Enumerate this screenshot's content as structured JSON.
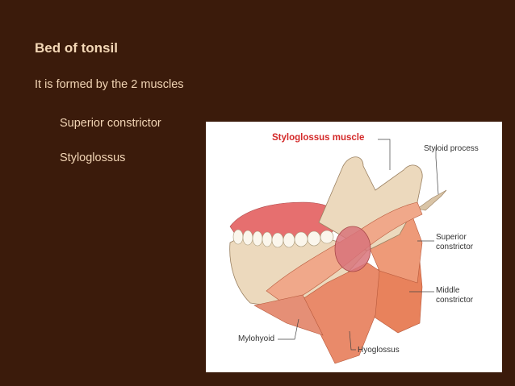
{
  "slide": {
    "title": "Bed of tonsil",
    "intro": "It is formed by the 2 muscles",
    "items": [
      "Superior constrictor",
      "Styloglossus"
    ]
  },
  "figure": {
    "labels": {
      "styloglossus": "Styloglossus muscle",
      "styloid": "Styloid process",
      "superior_line1": "Superior",
      "superior_line2": "constrictor",
      "middle_line1": "Middle",
      "middle_line2": "constrictor",
      "mylohyoid": "Mylohyoid",
      "hyoglossus": "Hyoglossus"
    }
  },
  "colors": {
    "background": "#3b1b0b",
    "text": "#f1d4b4",
    "label_red": "#d42a2a"
  }
}
